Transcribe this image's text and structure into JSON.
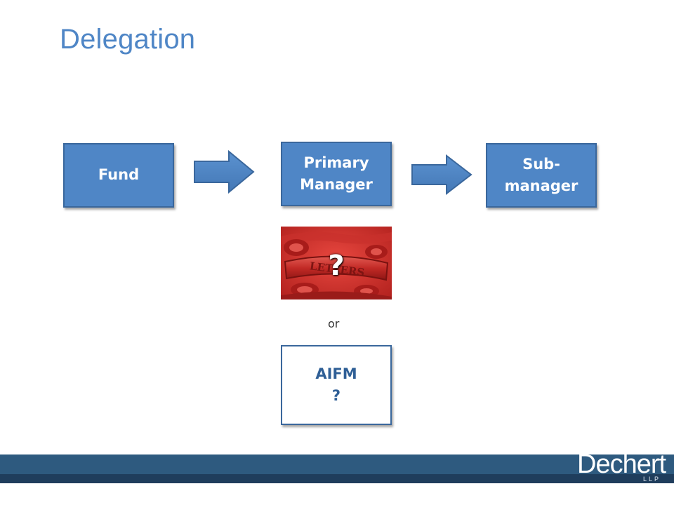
{
  "slide": {
    "title": "Delegation"
  },
  "diagram": {
    "fund_label": "Fund",
    "primary_manager_label": "Primary\nManager",
    "sub_manager_label": "Sub-\nmanager",
    "photo_question": "?",
    "photo_plate_text": "LETTERS",
    "or_label": "or",
    "aifm_label": "AIFM\n?"
  },
  "footer": {
    "logo_text": "Dechert",
    "logo_sub": "LLP"
  },
  "colors": {
    "title": "#4f86c6",
    "box_fill": "#4f86c6",
    "box_border": "#3a679c",
    "footer_band": "#2e5a7f",
    "photo_red": "#d8322f"
  }
}
